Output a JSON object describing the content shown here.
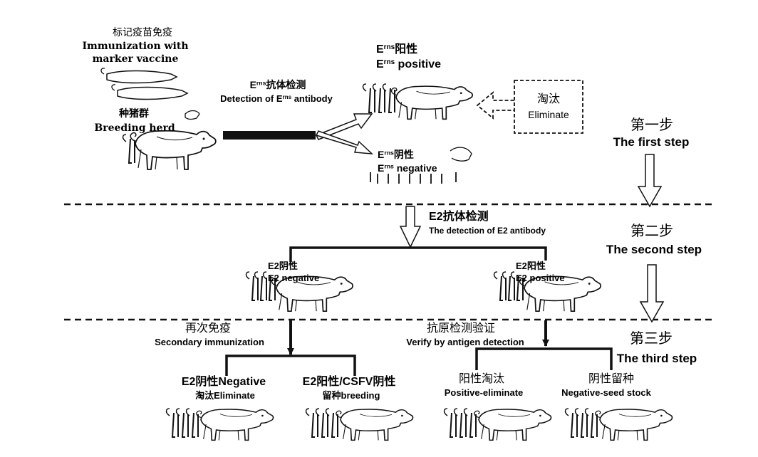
{
  "top": {
    "immunization_cn": "标记疫苗免疫",
    "immunization_en1": "Immunization  with",
    "immunization_en2": "marker vaccine",
    "herd_cn": "种猪群",
    "herd_en": "Breeding herd"
  },
  "detection_erns": {
    "cn_prefix": "E",
    "cn_sup": "rns",
    "cn_suffix": "抗体检测",
    "en_prefix": "Detection of E",
    "en_sup": "rns",
    "en_suffix": " antibody"
  },
  "erns_positive": {
    "cn_prefix": "E",
    "cn_sup": "rns",
    "cn_suffix": "阳性",
    "en_prefix": "E",
    "en_sup": "rns",
    "en_suffix": " positive"
  },
  "erns_negative": {
    "cn_prefix": "E",
    "cn_sup": "rns",
    "cn_suffix": "阴性",
    "en_prefix": "E",
    "en_sup": "rns",
    "en_suffix": " negative"
  },
  "eliminate_box": {
    "cn": "淘汰",
    "en": "Eliminate"
  },
  "steps": [
    {
      "cn": "第一步",
      "en": "The first step"
    },
    {
      "cn": "第二步",
      "en": "The second step"
    },
    {
      "cn": "第三步",
      "en": "The third step"
    }
  ],
  "e2_detection": {
    "cn": "E2抗体检测",
    "en": "The detection of E2 antibody"
  },
  "e2_negative": {
    "cn": "E2阴性",
    "en": "E2 negative"
  },
  "e2_positive": {
    "cn": "E2阳性",
    "en": "E2 positive"
  },
  "secondary": {
    "cn": "再次免疫",
    "en": "Secondary immunization"
  },
  "verify": {
    "cn": "抗原检测验证",
    "en": "Verify by antigen detection"
  },
  "outcomes": [
    {
      "line1": "E2阴性Negative",
      "line2": "淘汰Eliminate"
    },
    {
      "line1": "E2阳性/CSFV阴性",
      "line2": "留种breeding"
    },
    {
      "line1": "阳性淘汰",
      "line2": "Positive-eliminate"
    },
    {
      "line1": "阴性留种",
      "line2": "Negative-seed stock"
    }
  ]
}
